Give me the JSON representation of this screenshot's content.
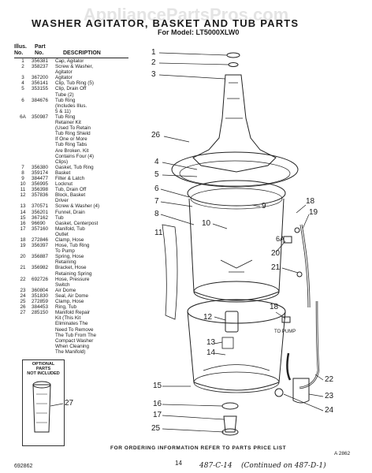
{
  "title": "WASHER AGITATOR, BASKET AND TUB PARTS",
  "model_line": "For Model: LT5000XLW0",
  "watermark": "AppliancePartsPros.com",
  "table_headers": {
    "illus_no": "Illus.\nNo.",
    "part_no": "Part\nNo.",
    "description": "DESCRIPTION"
  },
  "parts": [
    {
      "illus": "1",
      "part": "356381",
      "desc": "Cap, Agitator"
    },
    {
      "illus": "2",
      "part": "358237",
      "desc": "Screw & Washer,\nAgitator"
    },
    {
      "illus": "3",
      "part": "367200",
      "desc": "Agitator"
    },
    {
      "illus": "4",
      "part": "356141",
      "desc": "Clip, Tub Ring (5)"
    },
    {
      "illus": "5",
      "part": "353155",
      "desc": "Clip, Drain Off\nTube (2)"
    },
    {
      "illus": "6",
      "part": "384676",
      "desc": "Tub Ring\n(Includes Illus.\n5 & 11)"
    },
    {
      "illus": "6A",
      "part": "350987",
      "desc": "Tub Ring\nRetainer Kit\n(Used To Retain\nTub Ring Shield\nIf One or More\nTub Ring Tabs\nAre Broken. Kit\nContains Four (4)\nClips)"
    },
    {
      "illus": "7",
      "part": "356380",
      "desc": "Gasket, Tub Ring"
    },
    {
      "illus": "8",
      "part": "359174",
      "desc": "Basket"
    },
    {
      "illus": "9",
      "part": "384477",
      "desc": "Filter & Latch"
    },
    {
      "illus": "10",
      "part": "356995",
      "desc": "Locknut"
    },
    {
      "illus": "11",
      "part": "356398",
      "desc": "Tub, Drain Off"
    },
    {
      "illus": "12",
      "part": "357836",
      "desc": "Block, Basket\nDriver"
    },
    {
      "illus": "13",
      "part": "370571",
      "desc": "Screw & Washer (4)"
    },
    {
      "illus": "14",
      "part": "356201",
      "desc": "Funnel, Drain"
    },
    {
      "illus": "15",
      "part": "367162",
      "desc": "Tub"
    },
    {
      "illus": "16",
      "part": "96690",
      "desc": "Gasket, Centerpost"
    },
    {
      "illus": "17",
      "part": "357160",
      "desc": "Manifold, Tub\nOutlet"
    },
    {
      "illus": "18",
      "part": "272846",
      "desc": "Clamp, Hose"
    },
    {
      "illus": "19",
      "part": "356397",
      "desc": "Hose, Tub Ring\nTo Pump"
    },
    {
      "illus": "20",
      "part": "356887",
      "desc": "Spring, Hose\nRetaining"
    },
    {
      "illus": "21",
      "part": "356982",
      "desc": "Bracket, Hose\nRetaining Spring"
    },
    {
      "illus": "22",
      "part": "692726",
      "desc": "Hose, Pressure\nSwitch"
    },
    {
      "illus": "23",
      "part": "360804",
      "desc": "Air Dome"
    },
    {
      "illus": "24",
      "part": "351830",
      "desc": "Seal, Air Dome"
    },
    {
      "illus": "25",
      "part": "272859",
      "desc": "Clamp, Hose"
    },
    {
      "illus": "26",
      "part": "384453",
      "desc": "Ring, Tub"
    },
    {
      "illus": "27",
      "part": "285150",
      "desc": "Manifold Repair\nKit (This Kit\nEliminates The\nNeed To Remove\nThe Tub From The\nCompact Washer\nWhen Cleaning\nThe Manifold)"
    }
  ],
  "optional_box_label": "OPTIONAL PARTS\nNOT INCLUDED",
  "callouts": {
    "c1": "1",
    "c2": "2",
    "c3": "3",
    "c26": "26",
    "c4": "4",
    "c5": "5",
    "c6": "6",
    "c7": "7",
    "c8": "8",
    "c10": "10",
    "c11": "11",
    "c18a": "18",
    "c19": "19",
    "c9": "9",
    "c6a": "6A",
    "c20": "20",
    "c21": "21",
    "c18b": "18",
    "to_pump": "TO PUMP",
    "c12": "12",
    "c13": "13",
    "c14": "14",
    "c15": "15",
    "c16": "16",
    "c17": "17",
    "c25": "25",
    "c22": "22",
    "c23": "23",
    "c24": "24",
    "c27": "27"
  },
  "footer_note": "FOR ORDERING INFORMATION REFER TO PARTS PRICE LIST",
  "page_number": "14",
  "doc_number": "692862",
  "handwritten_1": "487-C-14",
  "handwritten_2": "(Continued on 487-D-1)",
  "figure_code": "A 2862"
}
